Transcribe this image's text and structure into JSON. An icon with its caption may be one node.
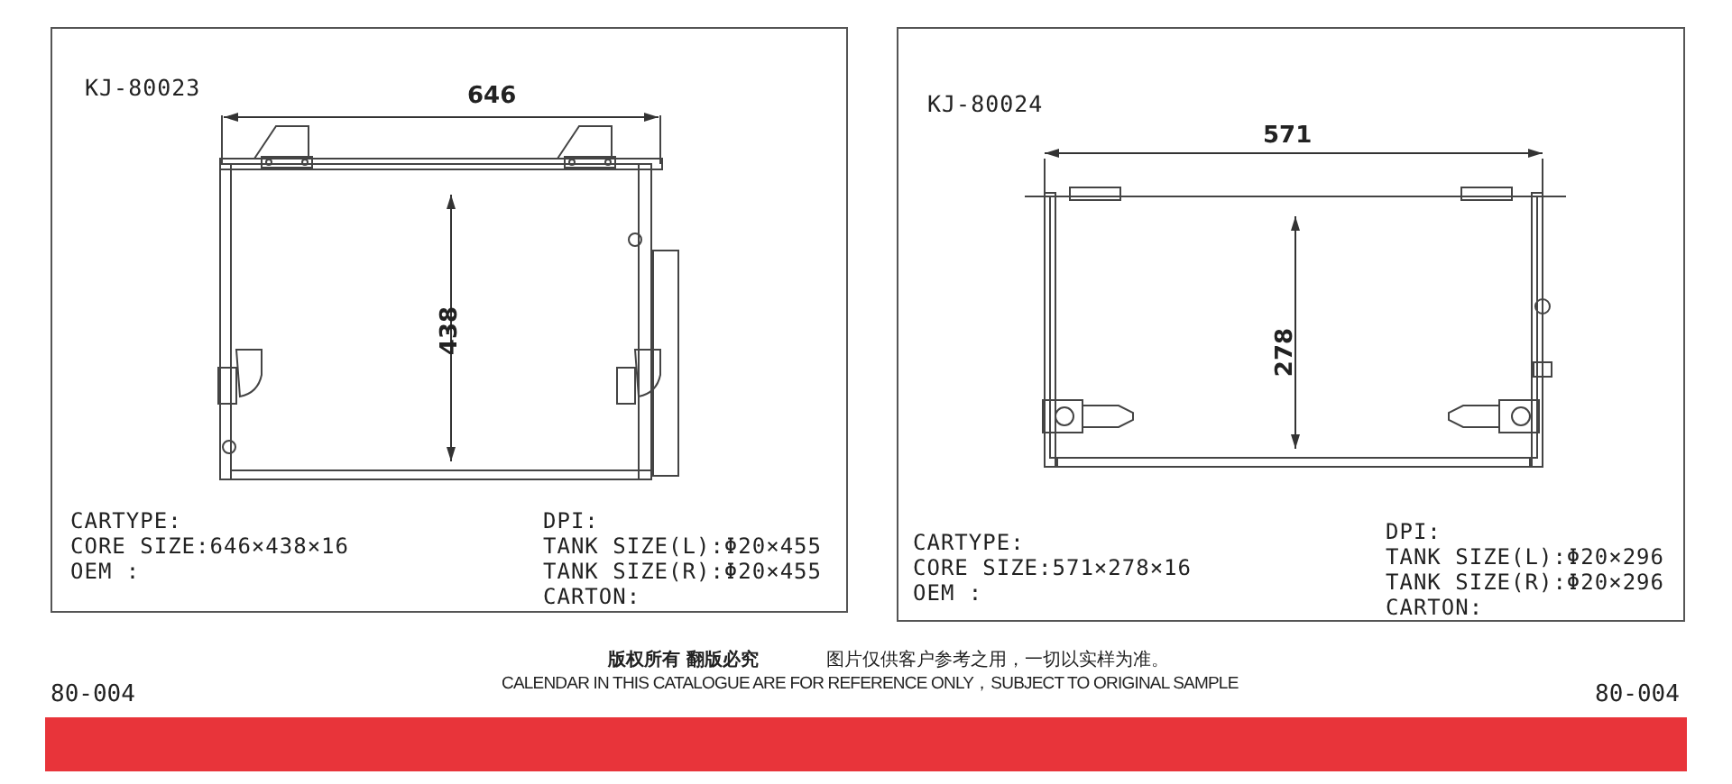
{
  "diagram": {
    "nodes": [
      {
        "text": [
          "KJ-80023",
          "CARTYPE:",
          "CORE SIZE:646×438×16",
          "OEM :",
          "DPI:",
          "TANK SIZE(L):Φ20×455",
          "TANK SIZE(R):Φ20×455",
          "CARTON:"
        ]
      },
      {
        "text": [
          "KJ-80024",
          "CARTYPE:",
          "CORE SIZE:571×278×16",
          "OEM :",
          "DPI:",
          "TANK SIZE(L):Φ20×296",
          "TANK SIZE(R):Φ20×296",
          "CARTON:"
        ]
      },
      {
        "text": [],
        "shape": "bar"
      }
    ],
    "labels": [
      "646",
      "438",
      "571",
      "278",
      "版权所有 翻版必究",
      "图片仅供客户参考之用，一切以实样为准。",
      "CALENDAR IN THIS CATALOGUE ARE FOR REFERENCE ONLY，SUBJECT TO ORIGINAL SAMPLE",
      "80-004",
      "80-004"
    ]
  }
}
